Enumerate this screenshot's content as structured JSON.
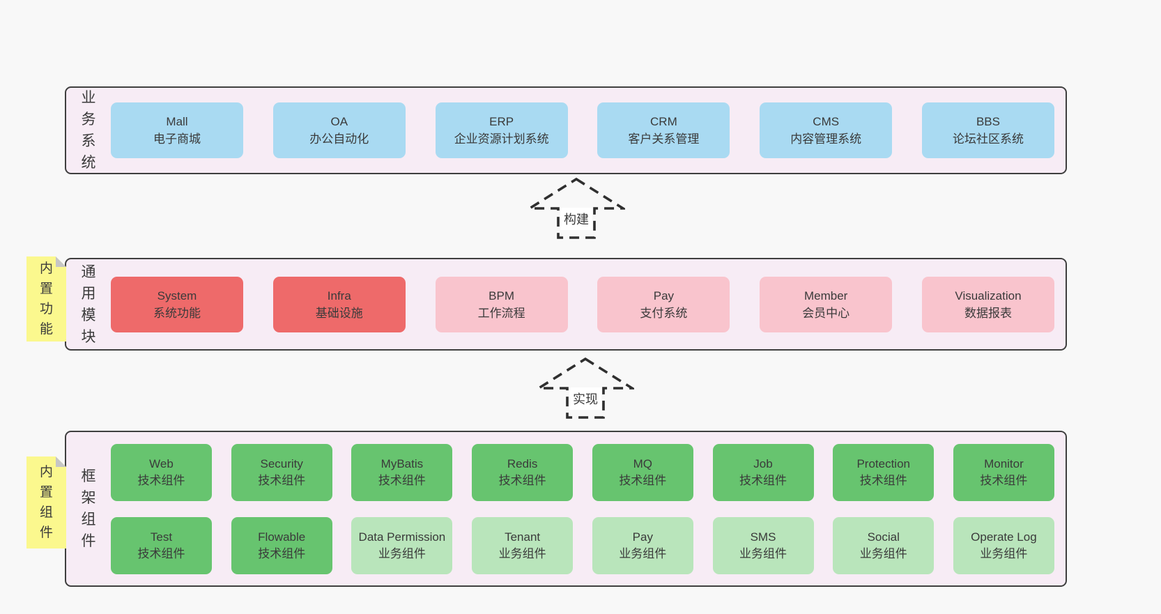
{
  "colors": {
    "page": "#f8f8f8",
    "container": "#f7ecf5",
    "border": "#3f3f3f",
    "text": "#3a3a3a",
    "blue": "#a9daf2",
    "red": "#ee6a6a",
    "pink": "#f9c4cd",
    "green_dark": "#67c46f",
    "green_light": "#b9e5bb",
    "yellow": "#fbf88e",
    "fold": "#c6c6c6"
  },
  "business_layer": {
    "label": "业务系统",
    "boxes": [
      {
        "title": "Mall",
        "subtitle": "电子商城",
        "variant": "blue"
      },
      {
        "title": "OA",
        "subtitle": "办公自动化",
        "variant": "blue"
      },
      {
        "title": "ERP",
        "subtitle": "企业资源计划系统",
        "variant": "blue"
      },
      {
        "title": "CRM",
        "subtitle": "客户关系管理",
        "variant": "blue"
      },
      {
        "title": "CMS",
        "subtitle": "内容管理系统",
        "variant": "blue"
      },
      {
        "title": "BBS",
        "subtitle": "论坛社区系统",
        "variant": "blue"
      }
    ]
  },
  "arrows": {
    "build": {
      "label": "构建"
    },
    "implement": {
      "label": "实现"
    }
  },
  "modules_layer": {
    "label": "通用模块",
    "tab": "内置功能",
    "boxes": [
      {
        "title": "System",
        "subtitle": "系统功能",
        "variant": "red"
      },
      {
        "title": "Infra",
        "subtitle": "基础设施",
        "variant": "red"
      },
      {
        "title": "BPM",
        "subtitle": "工作流程",
        "variant": "pink"
      },
      {
        "title": "Pay",
        "subtitle": "支付系统",
        "variant": "pink"
      },
      {
        "title": "Member",
        "subtitle": "会员中心",
        "variant": "pink"
      },
      {
        "title": "Visualization",
        "subtitle": "数据报表",
        "variant": "pink"
      }
    ]
  },
  "components_layer": {
    "label": "框架组件",
    "tab": "内置组件",
    "boxes": [
      {
        "title": "Web",
        "subtitle": "技术组件",
        "variant": "green"
      },
      {
        "title": "Security",
        "subtitle": "技术组件",
        "variant": "green"
      },
      {
        "title": "MyBatis",
        "subtitle": "技术组件",
        "variant": "green"
      },
      {
        "title": "Redis",
        "subtitle": "技术组件",
        "variant": "green"
      },
      {
        "title": "MQ",
        "subtitle": "技术组件",
        "variant": "green"
      },
      {
        "title": "Job",
        "subtitle": "技术组件",
        "variant": "green"
      },
      {
        "title": "Protection",
        "subtitle": "技术组件",
        "variant": "green"
      },
      {
        "title": "Monitor",
        "subtitle": "技术组件",
        "variant": "green"
      },
      {
        "title": "Test",
        "subtitle": "技术组件",
        "variant": "green"
      },
      {
        "title": "Flowable",
        "subtitle": "技术组件",
        "variant": "green"
      },
      {
        "title": "Data Permission",
        "subtitle": "业务组件",
        "variant": "green-light"
      },
      {
        "title": "Tenant",
        "subtitle": "业务组件",
        "variant": "green-light"
      },
      {
        "title": "Pay",
        "subtitle": "业务组件",
        "variant": "green-light"
      },
      {
        "title": "SMS",
        "subtitle": "业务组件",
        "variant": "green-light"
      },
      {
        "title": "Social",
        "subtitle": "业务组件",
        "variant": "green-light"
      },
      {
        "title": "Operate Log",
        "subtitle": "业务组件",
        "variant": "green-light"
      }
    ]
  }
}
